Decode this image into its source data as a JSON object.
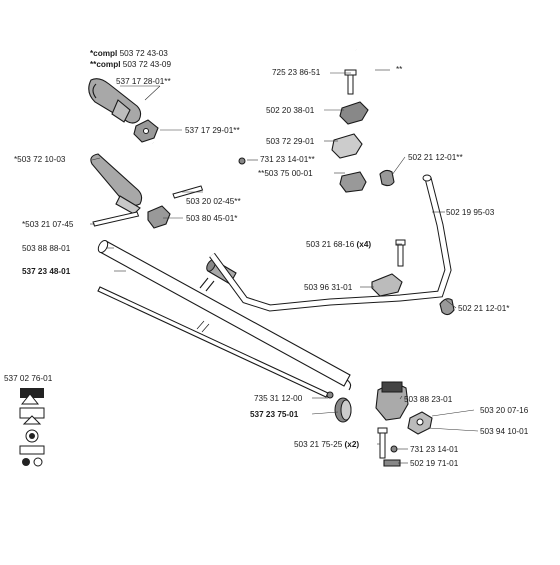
{
  "compl_header": {
    "line1_prefix": "*compl",
    "line1_num": "503 72 43-03",
    "line2_prefix": "**compl",
    "line2_num": "503 72 43-09"
  },
  "parts": [
    {
      "id": "p1",
      "text": "537 17 28-01**"
    },
    {
      "id": "p2",
      "text": "725 23 86-51"
    },
    {
      "id": "p3",
      "text": "**"
    },
    {
      "id": "p4",
      "text": "502 20 38-01"
    },
    {
      "id": "p5",
      "text": "537 17 29-01**"
    },
    {
      "id": "p6",
      "text": "503 72 29-01"
    },
    {
      "id": "p7",
      "text": "*503 72 10-03"
    },
    {
      "id": "p8",
      "text": "731 23 14-01**"
    },
    {
      "id": "p9",
      "text": "**503 75 00-01"
    },
    {
      "id": "p10",
      "text": "502 21 12-01**"
    },
    {
      "id": "p11",
      "text": "503 20 02-45**"
    },
    {
      "id": "p12",
      "text": "502 19 95-03"
    },
    {
      "id": "p13",
      "text": "*503 21 07-45"
    },
    {
      "id": "p14",
      "text": "503 80 45-01*"
    },
    {
      "id": "p15",
      "text": "503 88 88-01"
    },
    {
      "id": "p16",
      "text": "503 21 68-16"
    },
    {
      "id": "p17",
      "text": "537 23 48-01"
    },
    {
      "id": "p18",
      "text": "503 96 31-01"
    },
    {
      "id": "p19",
      "text": "502 21 12-01*"
    },
    {
      "id": "p20",
      "text": "537 02 76-01"
    },
    {
      "id": "p21",
      "text": "503 88 23-01"
    },
    {
      "id": "p22",
      "text": "735 31 12-00"
    },
    {
      "id": "p23",
      "text": "537 23 75-01"
    },
    {
      "id": "p24",
      "text": "503 20 07-16"
    },
    {
      "id": "p25",
      "text": "503 94 10-01"
    },
    {
      "id": "p26",
      "text": "503 21 75-25"
    },
    {
      "id": "p27",
      "text": "731 23 14-01"
    },
    {
      "id": "p28",
      "text": "502 19 71-01"
    }
  ],
  "qty_x4": "(x4)",
  "qty_x2": "(x2)",
  "colors": {
    "line": "#1a1a1a",
    "handle_fill": "#a8a8a8",
    "tube_fill": "#ffffff",
    "decal_fill": "#222222"
  }
}
